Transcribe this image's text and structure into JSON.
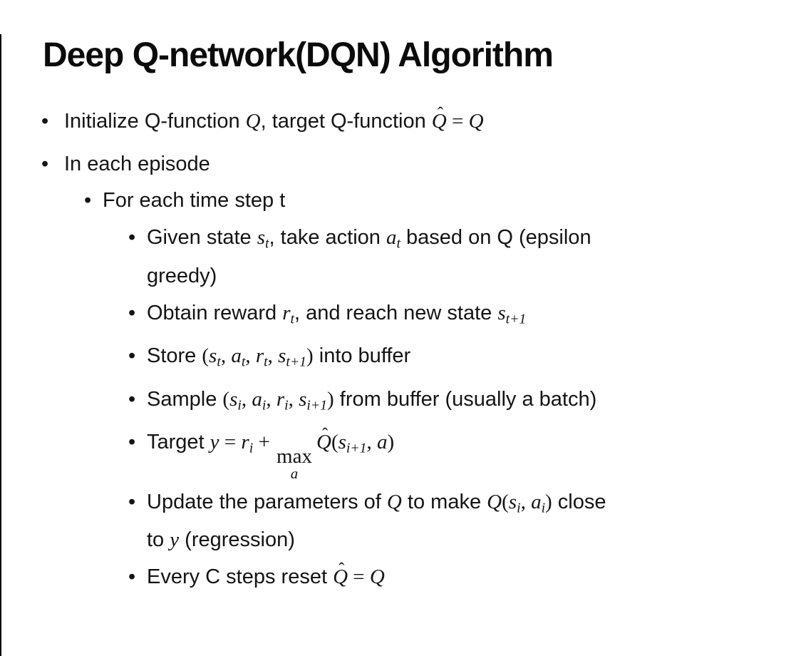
{
  "frame": {
    "background_color": "#ffffff",
    "left_edge_color": "#000000",
    "text_color": "#141414",
    "bullet_glyph": "•",
    "hat_mark": "ˆ"
  },
  "slide": {
    "title": "Deep Q-network(DQN) Algorithm",
    "bullets": [
      {
        "level": 1,
        "segments": [
          {
            "k": "t",
            "x": "Initialize Q-function "
          },
          {
            "k": "v",
            "x": "Q"
          },
          {
            "k": "t",
            "x": ", target Q-function "
          },
          {
            "k": "hat",
            "x": "Q"
          },
          {
            "k": "m",
            "x": " = "
          },
          {
            "k": "v",
            "x": "Q"
          }
        ]
      },
      {
        "level": 1,
        "segments": [
          {
            "k": "t",
            "x": "In each episode"
          }
        ]
      },
      {
        "level": 2,
        "segments": [
          {
            "k": "t",
            "x": "For each time step t"
          }
        ]
      },
      {
        "level": 3,
        "segments": [
          {
            "k": "t",
            "x": "Given state "
          },
          {
            "k": "vs",
            "x": "s",
            "s": "t"
          },
          {
            "k": "t",
            "x": ", take action "
          },
          {
            "k": "vs",
            "x": "a",
            "s": "t"
          },
          {
            "k": "t",
            "x": " based on Q (epsilon"
          },
          {
            "k": "br"
          },
          {
            "k": "t",
            "x": "greedy)"
          }
        ]
      },
      {
        "level": 3,
        "segments": [
          {
            "k": "t",
            "x": "Obtain reward "
          },
          {
            "k": "vs",
            "x": "r",
            "s": "t"
          },
          {
            "k": "t",
            "x": ", and reach new state "
          },
          {
            "k": "vs",
            "x": "s",
            "s": "t+1"
          }
        ]
      },
      {
        "level": 3,
        "segments": [
          {
            "k": "t",
            "x": "Store "
          },
          {
            "k": "m",
            "x": "("
          },
          {
            "k": "vs",
            "x": "s",
            "s": "t"
          },
          {
            "k": "m",
            "x": ", "
          },
          {
            "k": "vs",
            "x": "a",
            "s": "t"
          },
          {
            "k": "m",
            "x": ", "
          },
          {
            "k": "vs",
            "x": "r",
            "s": "t"
          },
          {
            "k": "m",
            "x": ", "
          },
          {
            "k": "vs",
            "x": "s",
            "s": "t+1"
          },
          {
            "k": "m",
            "x": ")"
          },
          {
            "k": "t",
            "x": " into buffer"
          }
        ]
      },
      {
        "level": 3,
        "segments": [
          {
            "k": "t",
            "x": "Sample "
          },
          {
            "k": "m",
            "x": "("
          },
          {
            "k": "vs",
            "x": "s",
            "s": "i"
          },
          {
            "k": "m",
            "x": ", "
          },
          {
            "k": "vs",
            "x": "a",
            "s": "i"
          },
          {
            "k": "m",
            "x": ", "
          },
          {
            "k": "vs",
            "x": "r",
            "s": "i"
          },
          {
            "k": "m",
            "x": ", "
          },
          {
            "k": "vs",
            "x": "s",
            "s": "i+1"
          },
          {
            "k": "m",
            "x": ")"
          },
          {
            "k": "t",
            "x": " from buffer (usually a batch)"
          }
        ]
      },
      {
        "level": 3,
        "segments": [
          {
            "k": "t",
            "x": "Target "
          },
          {
            "k": "v",
            "x": "y"
          },
          {
            "k": "m",
            "x": " = "
          },
          {
            "k": "vs",
            "x": "r",
            "s": "i"
          },
          {
            "k": "m",
            "x": " + "
          },
          {
            "k": "under",
            "x": "max",
            "s": "a"
          },
          {
            "k": "hat",
            "x": "Q"
          },
          {
            "k": "m",
            "x": "("
          },
          {
            "k": "vs",
            "x": "s",
            "s": "i+1"
          },
          {
            "k": "m",
            "x": ", "
          },
          {
            "k": "v",
            "x": "a"
          },
          {
            "k": "m",
            "x": ")"
          }
        ]
      },
      {
        "level": 3,
        "segments": [
          {
            "k": "t",
            "x": "Update the parameters of "
          },
          {
            "k": "v",
            "x": "Q"
          },
          {
            "k": "t",
            "x": " to make "
          },
          {
            "k": "v",
            "x": "Q"
          },
          {
            "k": "m",
            "x": "("
          },
          {
            "k": "vs",
            "x": "s",
            "s": "i"
          },
          {
            "k": "m",
            "x": ", "
          },
          {
            "k": "vs",
            "x": "a",
            "s": "i"
          },
          {
            "k": "m",
            "x": ")"
          },
          {
            "k": "t",
            "x": " close"
          },
          {
            "k": "br"
          },
          {
            "k": "t",
            "x": "to "
          },
          {
            "k": "v",
            "x": "y"
          },
          {
            "k": "t",
            "x": " (regression)"
          }
        ]
      },
      {
        "level": 3,
        "segments": [
          {
            "k": "t",
            "x": "Every C steps reset "
          },
          {
            "k": "hat",
            "x": "Q"
          },
          {
            "k": "m",
            "x": " = "
          },
          {
            "k": "v",
            "x": "Q"
          }
        ]
      }
    ]
  }
}
